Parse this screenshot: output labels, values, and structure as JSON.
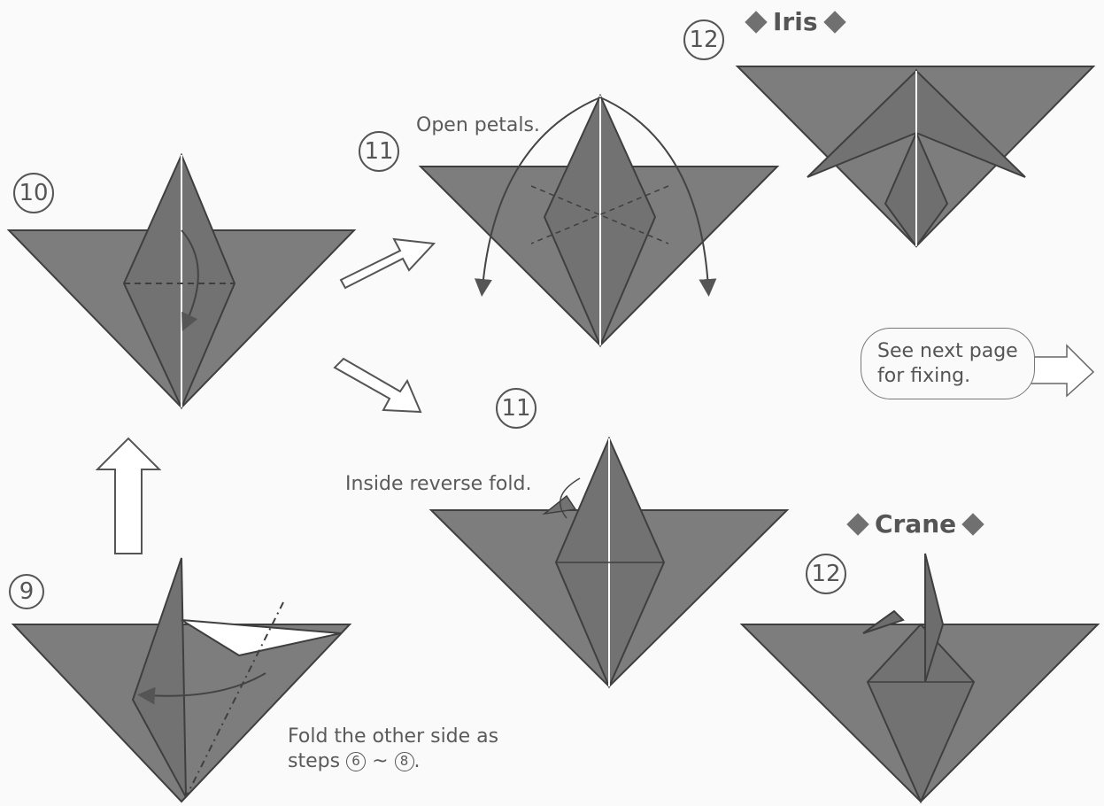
{
  "step_labels": {
    "nine": "9",
    "ten": "10",
    "eleven_iris": "11",
    "eleven_crane": "11",
    "twelve_iris": "12",
    "twelve_crane": "12"
  },
  "annotations": {
    "open_petals": "Open petals.",
    "inside_reverse_fold": "Inside reverse fold.",
    "fold_other_side_line1": "Fold the other side as",
    "fold_other_side_prefix": "steps",
    "fold_other_side_from": "6",
    "fold_other_side_sep": "~",
    "fold_other_side_to": "8",
    "fold_other_side_end": "."
  },
  "titles": {
    "iris": "Iris",
    "crane": "Crane"
  },
  "next_page_note": {
    "line1": "See next page",
    "line2": "for fixing."
  },
  "colors": {
    "paper": "#7d7d7d",
    "paper_dark": "#6a6a6a",
    "line": "#3f3f3f",
    "arrow_fill": "#ffffff"
  }
}
